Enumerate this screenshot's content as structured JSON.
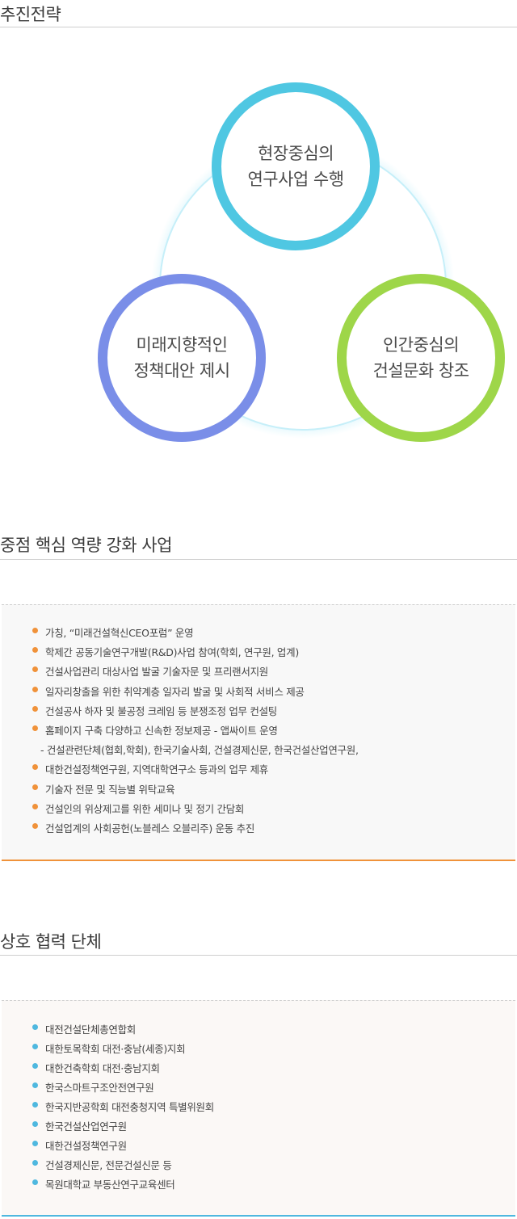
{
  "sections": {
    "strategy": {
      "title": "추진전략"
    },
    "core": {
      "title": "중점 핵심 역량 강화 사업"
    },
    "partners": {
      "title": "상호 협력 단체"
    }
  },
  "diagram": {
    "circles": [
      {
        "line1": "현장중심의",
        "line2": "연구사업 수행",
        "color": "#4fc7e2"
      },
      {
        "line1": "미래지향적인",
        "line2": "정책대안 제시",
        "color": "#7a8ee8"
      },
      {
        "line1": "인간중심의",
        "line2": "건설문화 창조",
        "color": "#9ed649"
      }
    ]
  },
  "core_items": {
    "bullet_color": "#f0923a",
    "items": [
      "가칭, “미래건설혁신CEO포럼” 운영",
      "학제간 공동기술연구개발(R&D)사업 참여(학회, 연구원, 업계)",
      "건설사업관리 대상사업 발굴 기술자문 및 프리랜서지원",
      "일자리창출을 위한 취약계층 일자리 발굴 및 사회적 서비스 제공",
      "건설공사 하자 및 불공정 크레임 등 분쟁조정 업무 컨설팅",
      "홈페이지 구축 다양하고 신속한 정보제공 - 앱싸이트 운영",
      "- 건설관련단체(협회,학회), 한국기술사회, 건설경제신문, 한국건설산업연구원,",
      "  대한건설정책연구원, 지역대학연구소  등과의 업무 제휴",
      "기술자 전문 및 직능별 위탁교육",
      "건설인의 위상제고를 위한 세미나 및 정기 간담회",
      "건설업계의 사회공헌(노블레스 오블리주) 운동 추진"
    ]
  },
  "partner_items": {
    "bullet_color": "#4fb8df",
    "items": [
      "대전건설단체총연합회",
      "대한토목학회 대전·충남(세종)지회",
      "대한건축학회 대전·충남지회",
      "한국스마트구조안전연구원",
      "한국지반공학회 대전충청지역 특별위원회",
      "한국건설산업연구원",
      "대한건설정책연구원",
      "건설경제신문, 전문건설신문 등",
      "목원대학교 부동산연구교육센터"
    ]
  }
}
